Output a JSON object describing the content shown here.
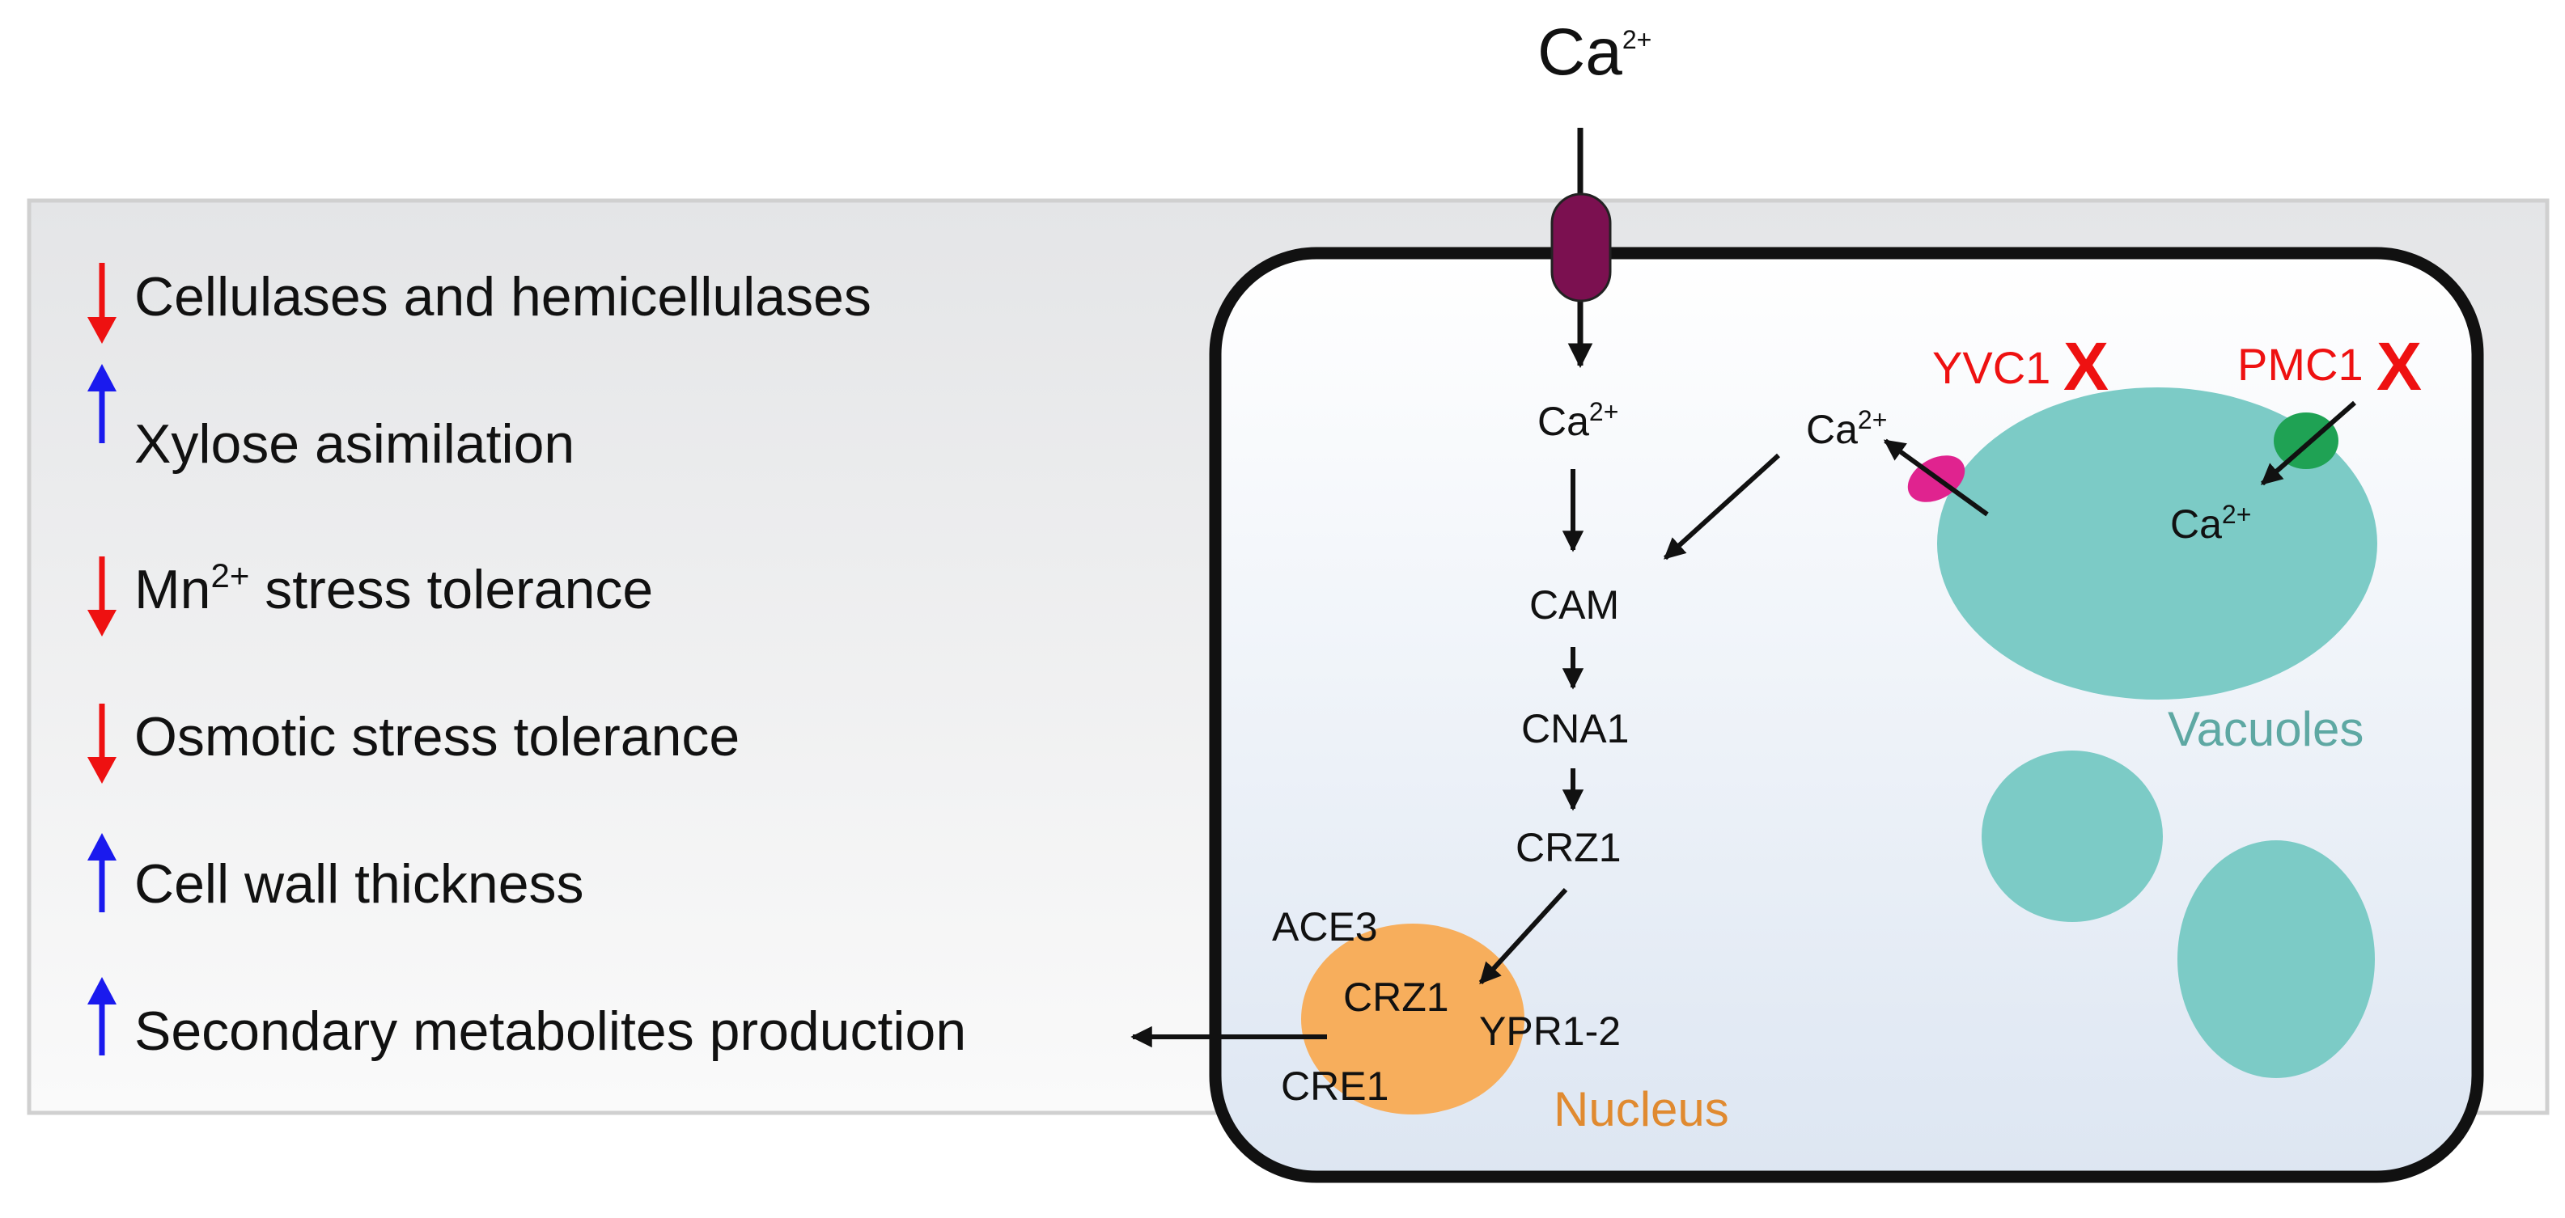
{
  "extracellular_ion": {
    "base": "Ca",
    "charge": "2+"
  },
  "cytosol_ion": {
    "base": "Ca",
    "charge": "2+"
  },
  "released_ion": {
    "base": "Ca",
    "charge": "2+"
  },
  "vacuole_ion": {
    "base": "Ca",
    "charge": "2+"
  },
  "pathway": [
    "CAM",
    "CNA1",
    "CRZ1"
  ],
  "nucleus": {
    "label": "Nucleus",
    "factors": [
      "ACE3",
      "CRZ1",
      "YPR1-2",
      "CRE1"
    ]
  },
  "vacuole": {
    "label": "Vacuoles"
  },
  "transporters": [
    {
      "name": "YVC1",
      "mark": "X"
    },
    {
      "name": "PMC1",
      "mark": "X"
    }
  ],
  "effects": [
    {
      "direction": "down",
      "text": "Cellulases and hemicellulases"
    },
    {
      "direction": "up",
      "text": "Xylose asimilation"
    },
    {
      "direction": "down",
      "text_base": "Mn",
      "charge": "2+",
      "text_rest": " stress tolerance"
    },
    {
      "direction": "down",
      "text": "Osmotic stress tolerance"
    },
    {
      "direction": "up",
      "text": "Cell wall thickness"
    },
    {
      "direction": "up",
      "text": "Secondary metabolites production"
    }
  ],
  "colors": {
    "up_arrow": "#1a1aee",
    "down_arrow": "#ee1111",
    "vacuole": "#7ccbc6",
    "nucleus": "#f7ae5c",
    "channel": "#7b1050",
    "yvc1_transporter": "#e0238f",
    "pmc1_transporter": "#1fa254",
    "knockout": "#ee1111",
    "nucleus_label": "#e08a30",
    "vacuole_label": "#5ea8a3"
  }
}
